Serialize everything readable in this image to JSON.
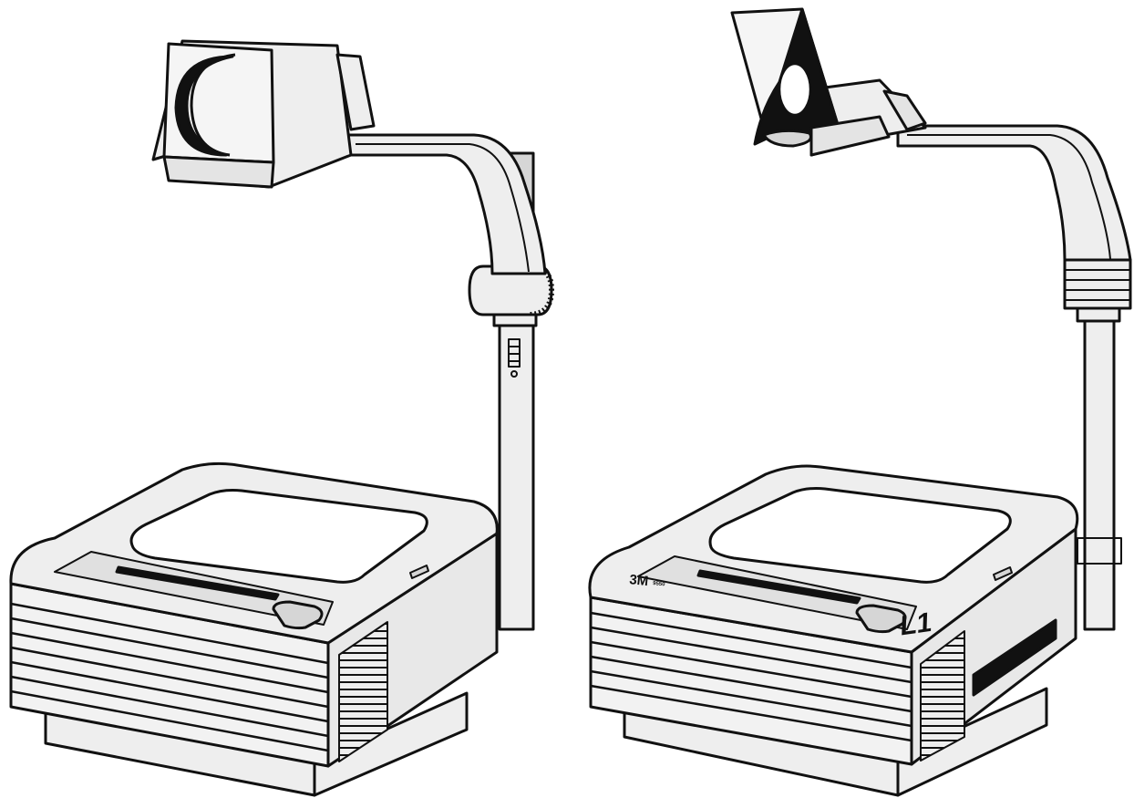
{
  "colors": {
    "line": "#111111",
    "fill": "#eeeeee",
    "fill_dark": "#d6d6d6",
    "glass": "#ffffff",
    "background": "#ffffff"
  },
  "projectors": [
    {
      "name": "left-projector",
      "brand_mark": "",
      "model_mark": ""
    },
    {
      "name": "right-projector",
      "brand_mark": "3M",
      "model_mark": "9550",
      "side_logo": "L1"
    }
  ]
}
